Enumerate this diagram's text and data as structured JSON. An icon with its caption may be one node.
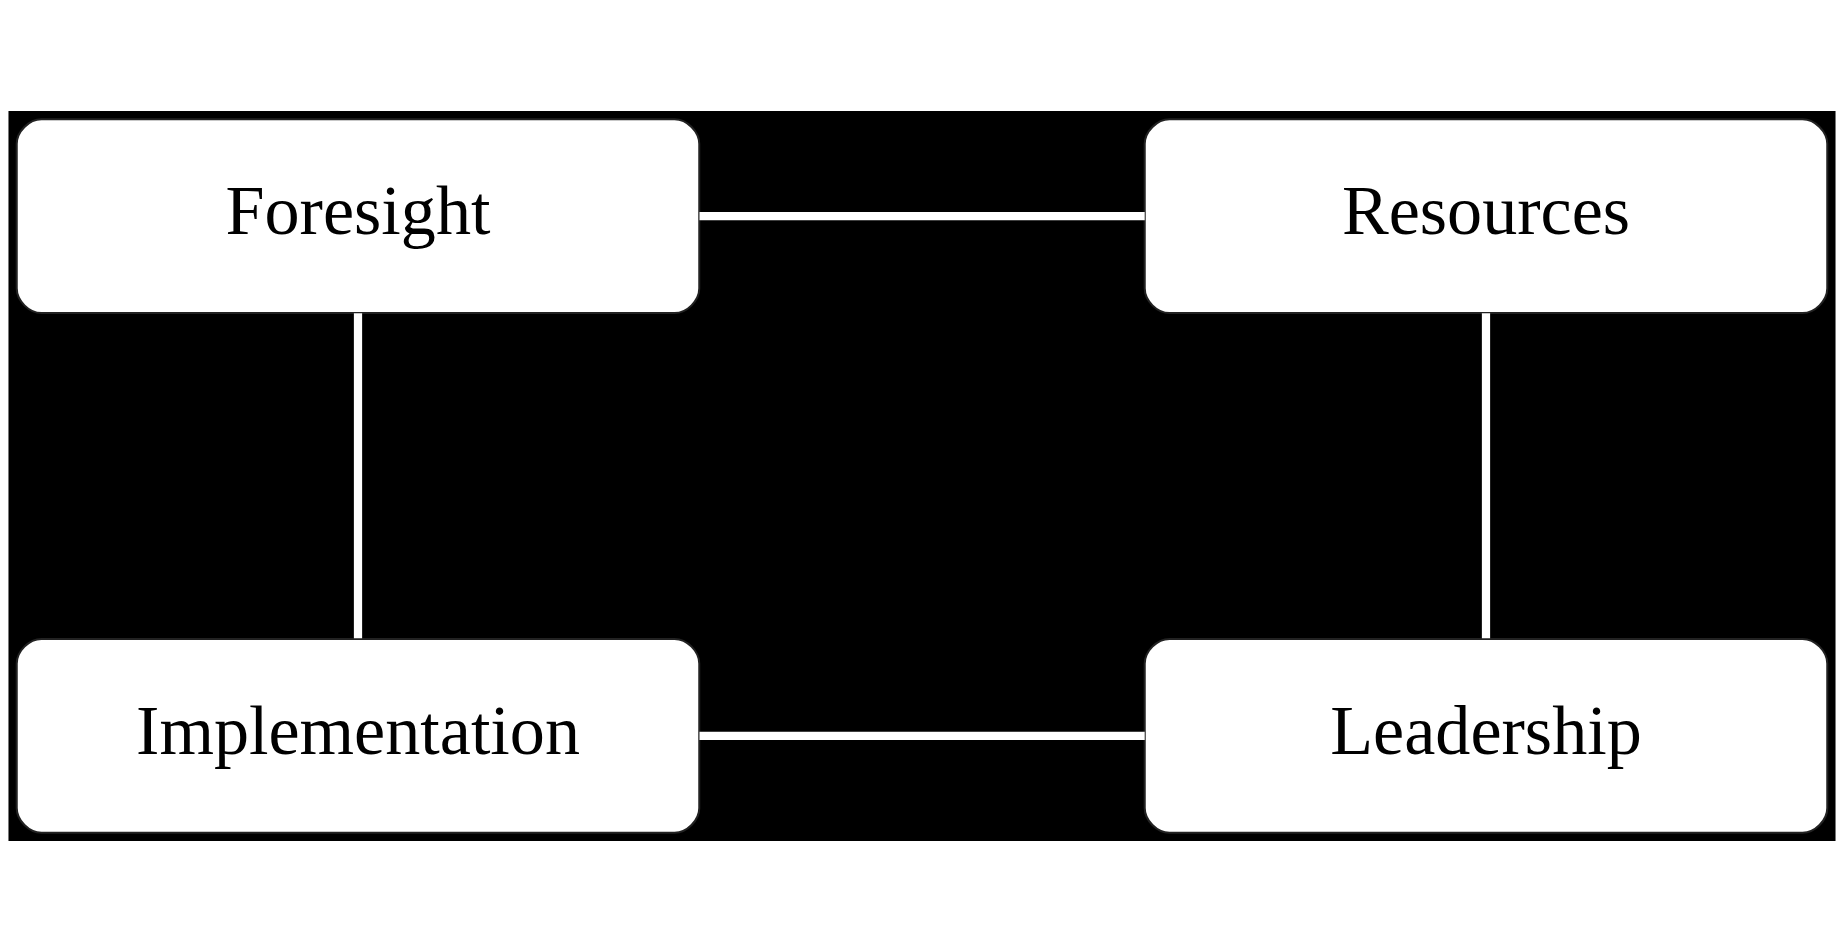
{
  "diagram": {
    "nodes": [
      {
        "text": [
          "Foresight"
        ]
      },
      {
        "text": [
          "Resources"
        ]
      },
      {
        "text": [
          "Implementation"
        ]
      },
      {
        "text": [
          "Leadership"
        ]
      }
    ],
    "edges": [
      {
        "from": 0,
        "to": 1,
        "arrow": "none"
      },
      {
        "from": 0,
        "to": 2,
        "arrow": "none"
      },
      {
        "from": 1,
        "to": 3,
        "arrow": "none"
      },
      {
        "from": 2,
        "to": 3,
        "arrow": "none"
      }
    ]
  }
}
